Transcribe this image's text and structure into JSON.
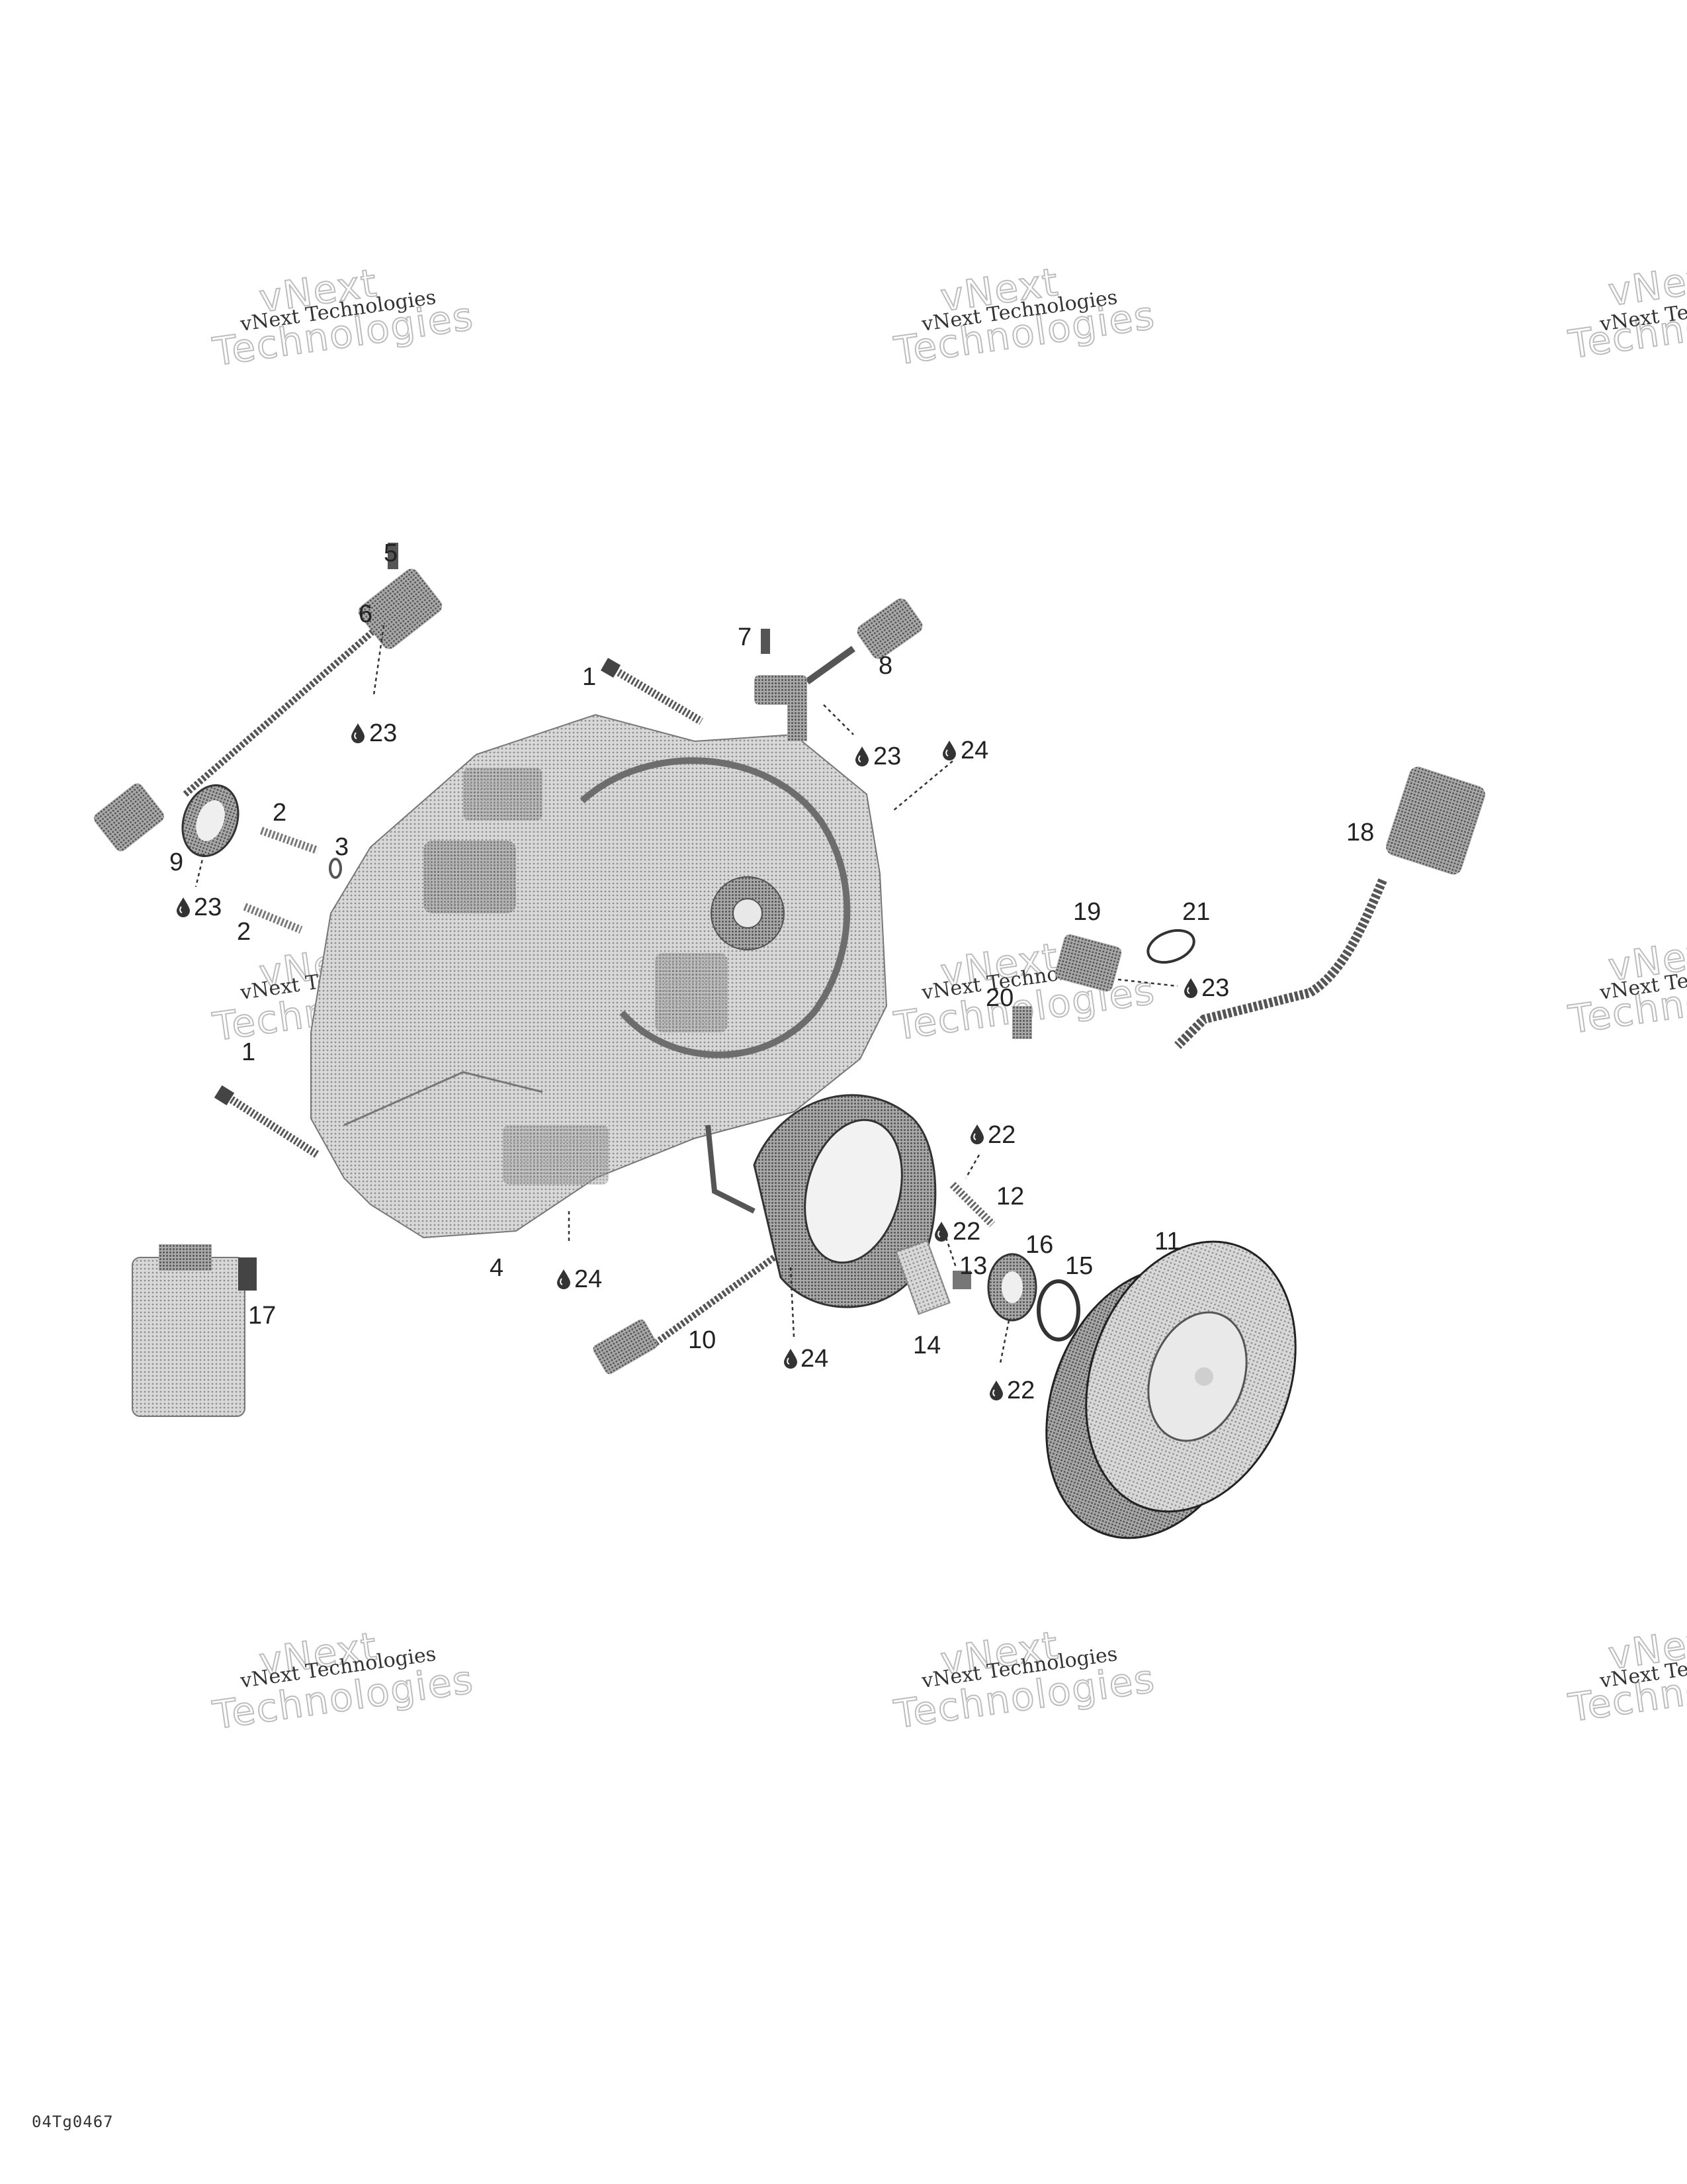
{
  "watermark": {
    "small_text": "vNext Technologies",
    "big_text_line1": "vNext",
    "big_text_line2": "Technologies"
  },
  "callouts": {
    "c1a": "1",
    "c1b": "1",
    "c2a": "2",
    "c2b": "2",
    "c3": "3",
    "c4": "4",
    "c5": "5",
    "c6": "6",
    "c7": "7",
    "c8": "8",
    "c9": "9",
    "c10": "10",
    "c11": "11",
    "c12": "12",
    "c13": "13",
    "c14": "14",
    "c15": "15",
    "c16": "16",
    "c17": "17",
    "c18": "18",
    "c19": "19",
    "c20": "20",
    "c21": "21",
    "c22a": "22",
    "c22b": "22",
    "c22c": "22",
    "c23a": "23",
    "c23b": "23",
    "c23c": "23",
    "c23d": "23",
    "c24a": "24",
    "c24b": "24",
    "c24c": "24"
  },
  "figure_code": "04Tg0467",
  "colors": {
    "part_fill": "#c9c9c9",
    "part_dark": "#8a8a8a",
    "line": "#222222"
  },
  "icons": {
    "drop": "oil-drop-icon"
  }
}
